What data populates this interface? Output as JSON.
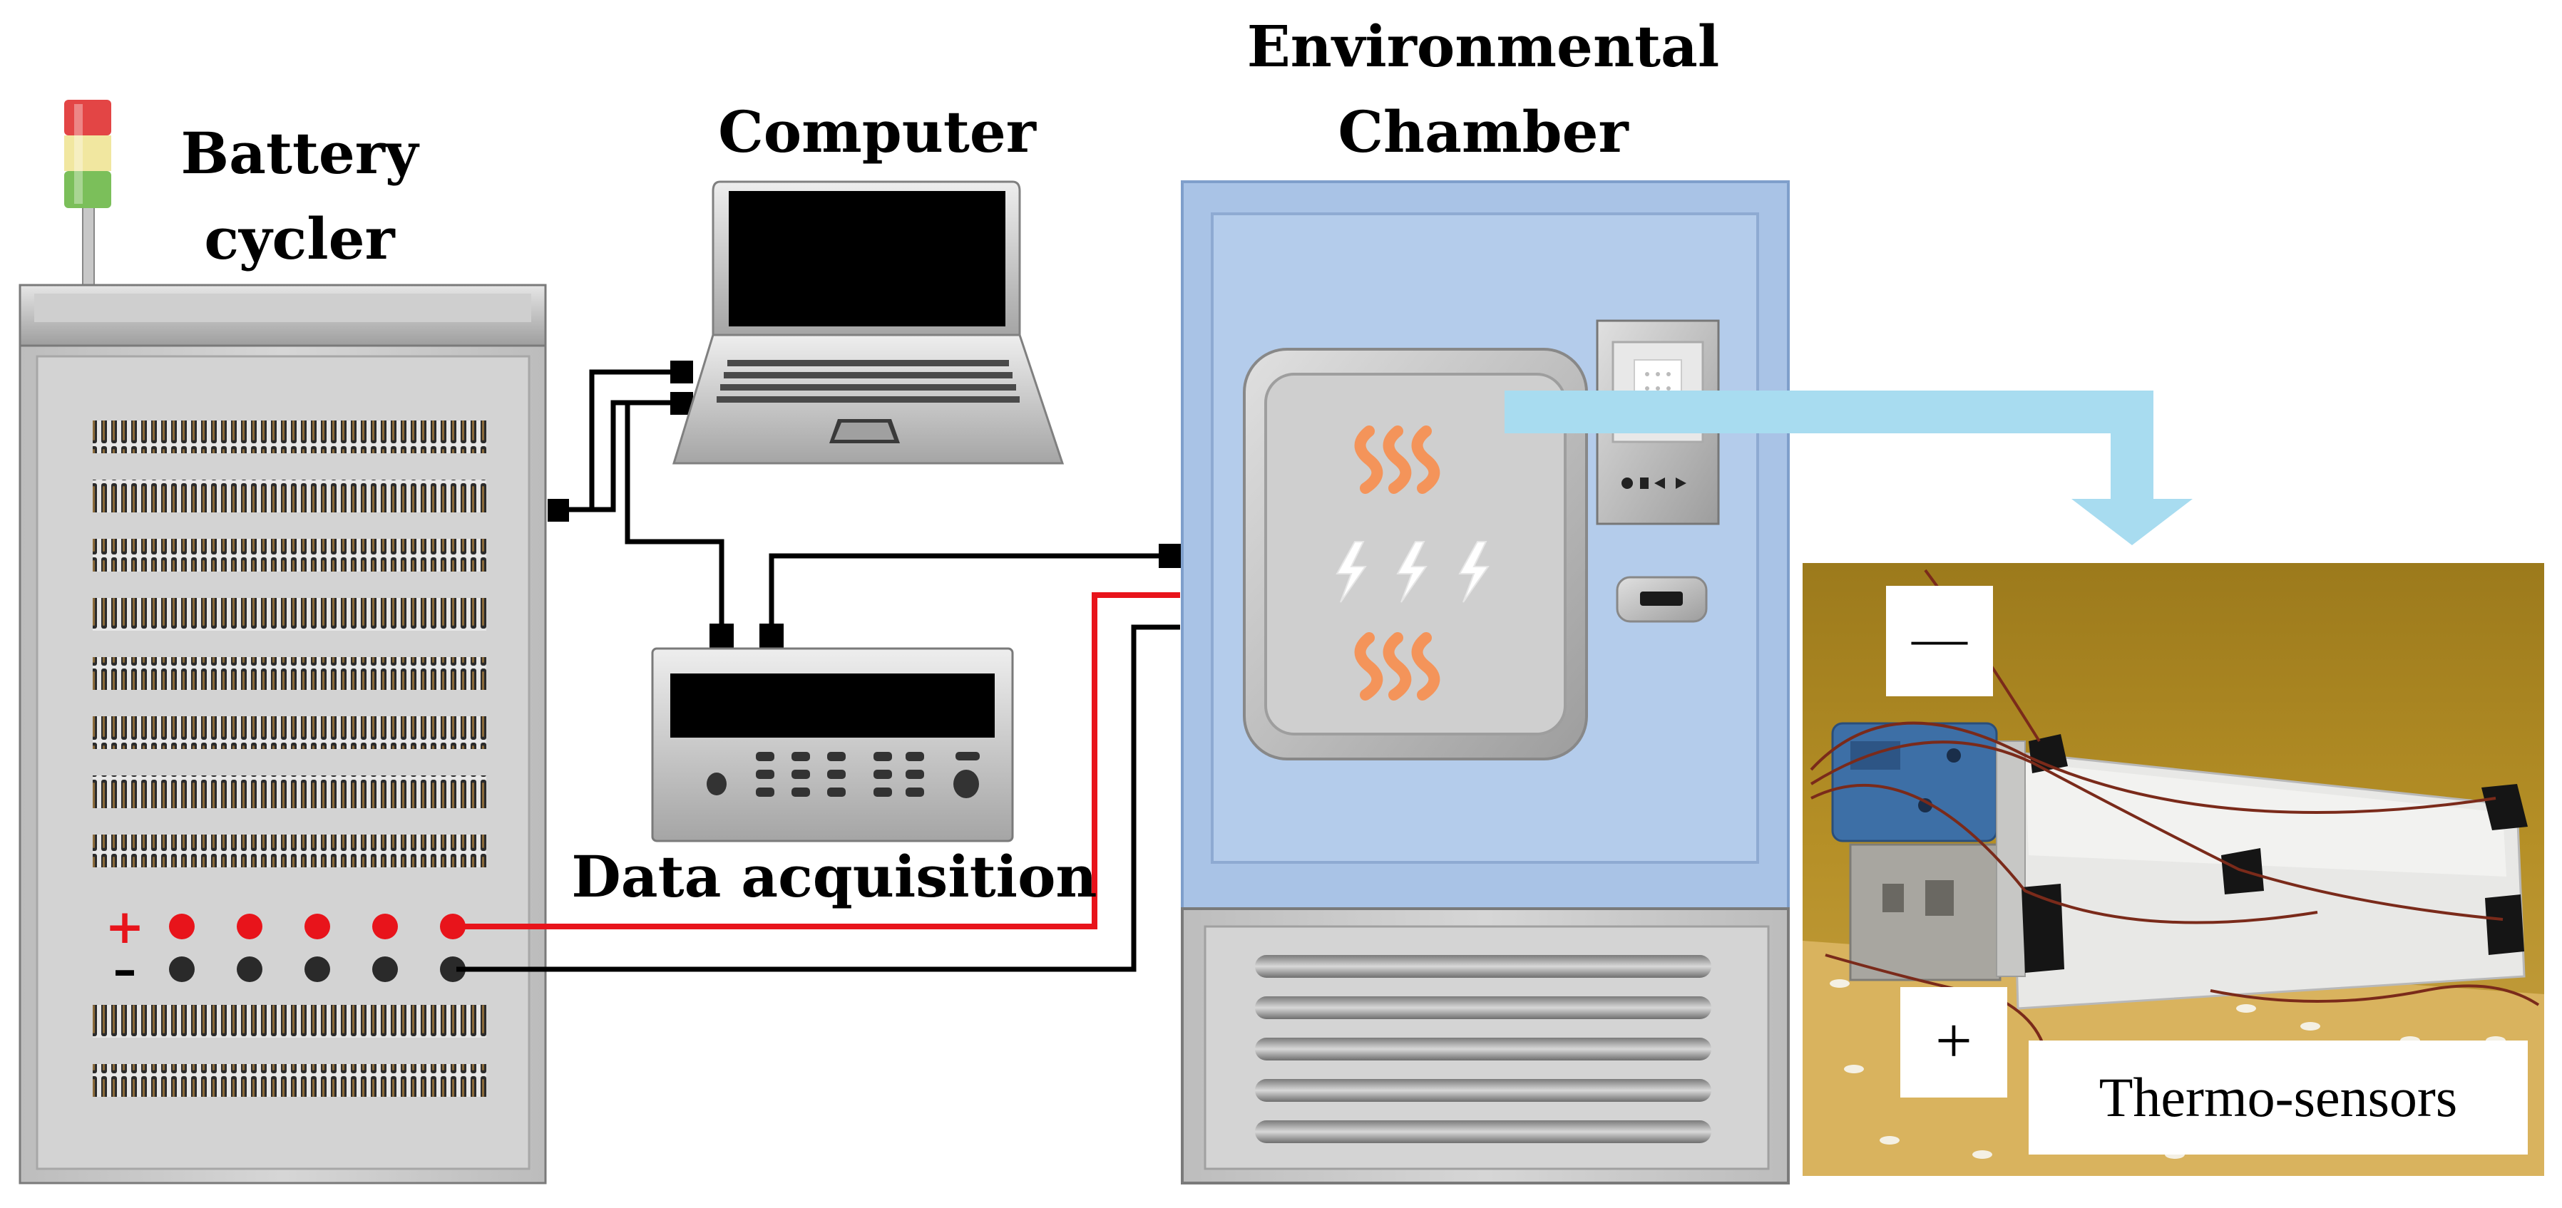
{
  "labels": {
    "battery_cycler": [
      "Battery",
      "cycler"
    ],
    "computer": "Computer",
    "environmental_chamber": [
      "Environmental",
      "Chamber"
    ],
    "data_acquisition": "Data acquisition",
    "terminal_plus": "+",
    "terminal_minus": "–",
    "photo_minus": "—",
    "photo_plus": "+",
    "thermo_sensors": "Thermo-sensors"
  },
  "colors": {
    "positive_wire": "#e8141b",
    "negative_wire": "#000000",
    "chamber_blue": "#a9c3e6",
    "heat_orange": "#f4945a",
    "arrow_blue": "#a8dcf0"
  }
}
